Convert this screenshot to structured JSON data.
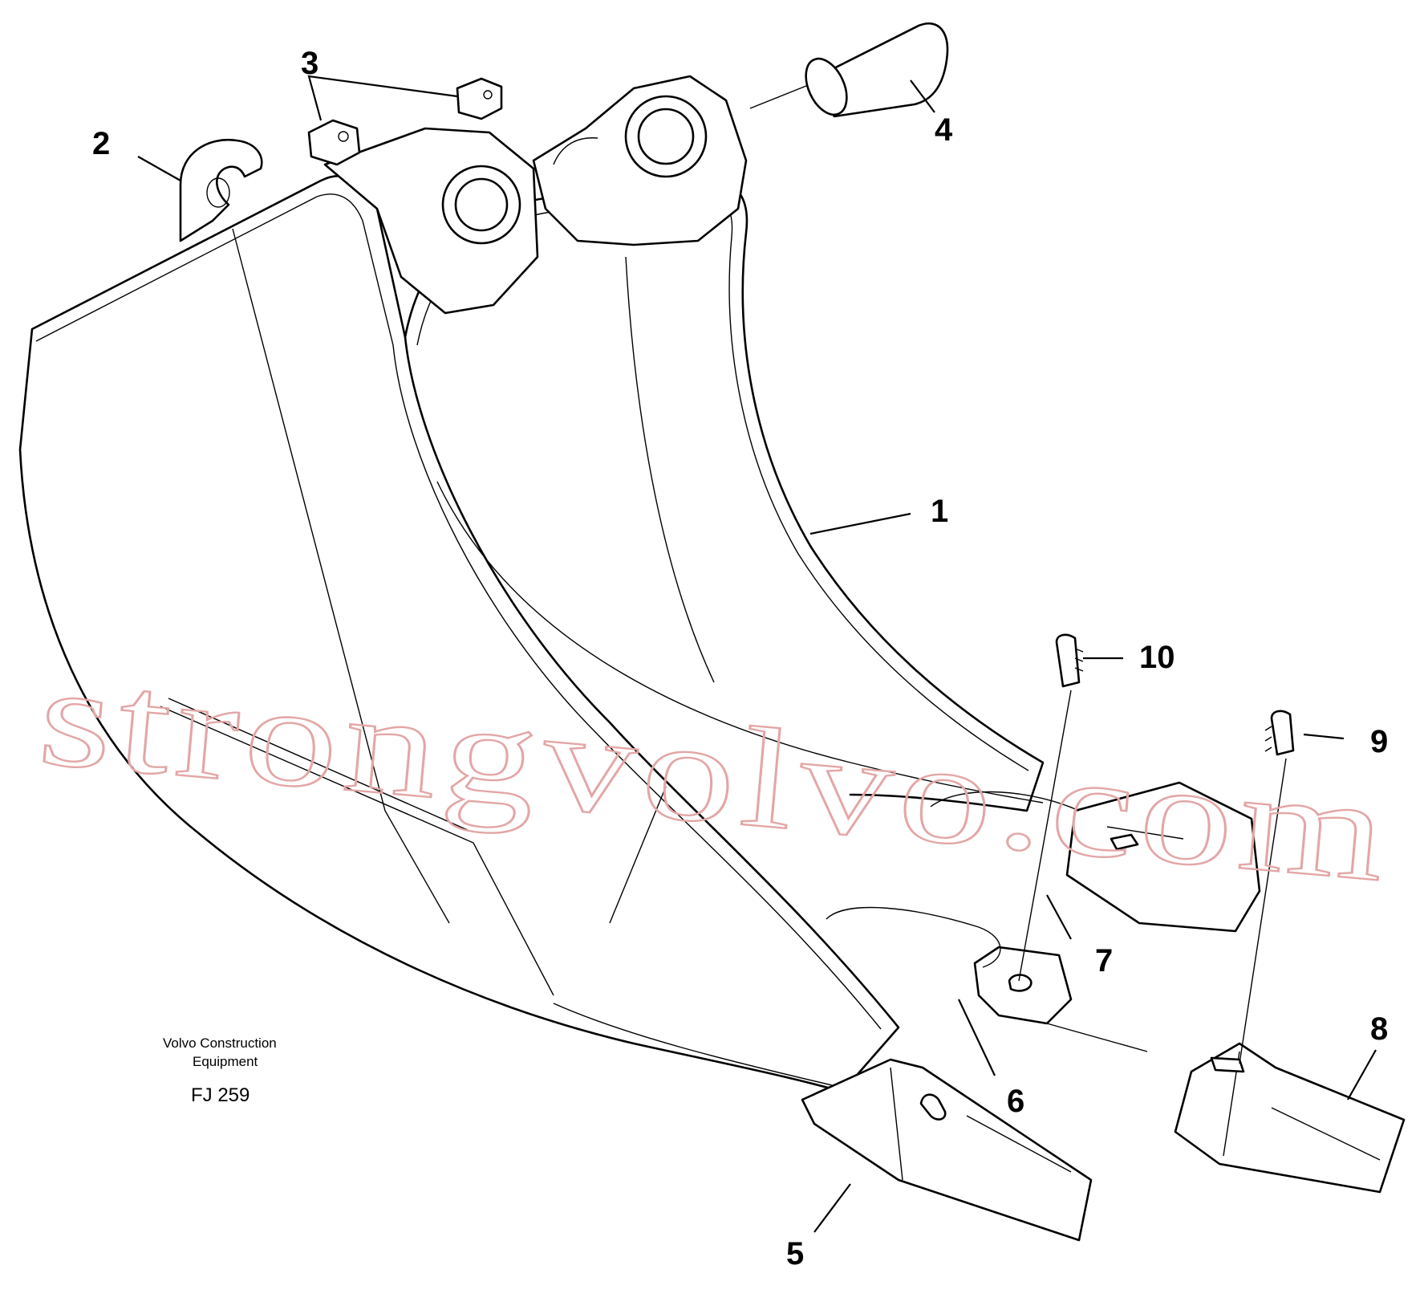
{
  "figure": {
    "caption_line1": "Volvo Construction",
    "caption_line2": "Equipment",
    "figure_code": "FJ 259"
  },
  "callouts": [
    {
      "id": "1",
      "label": "1"
    },
    {
      "id": "2",
      "label": "2"
    },
    {
      "id": "3",
      "label": "3"
    },
    {
      "id": "4",
      "label": "4"
    },
    {
      "id": "5",
      "label": "5"
    },
    {
      "id": "6",
      "label": "6"
    },
    {
      "id": "7",
      "label": "7"
    },
    {
      "id": "8",
      "label": "8"
    },
    {
      "id": "9",
      "label": "9"
    },
    {
      "id": "10",
      "label": "10"
    }
  ],
  "watermark": {
    "text": "strongvolvo.com",
    "color": "#e3a6a6"
  }
}
